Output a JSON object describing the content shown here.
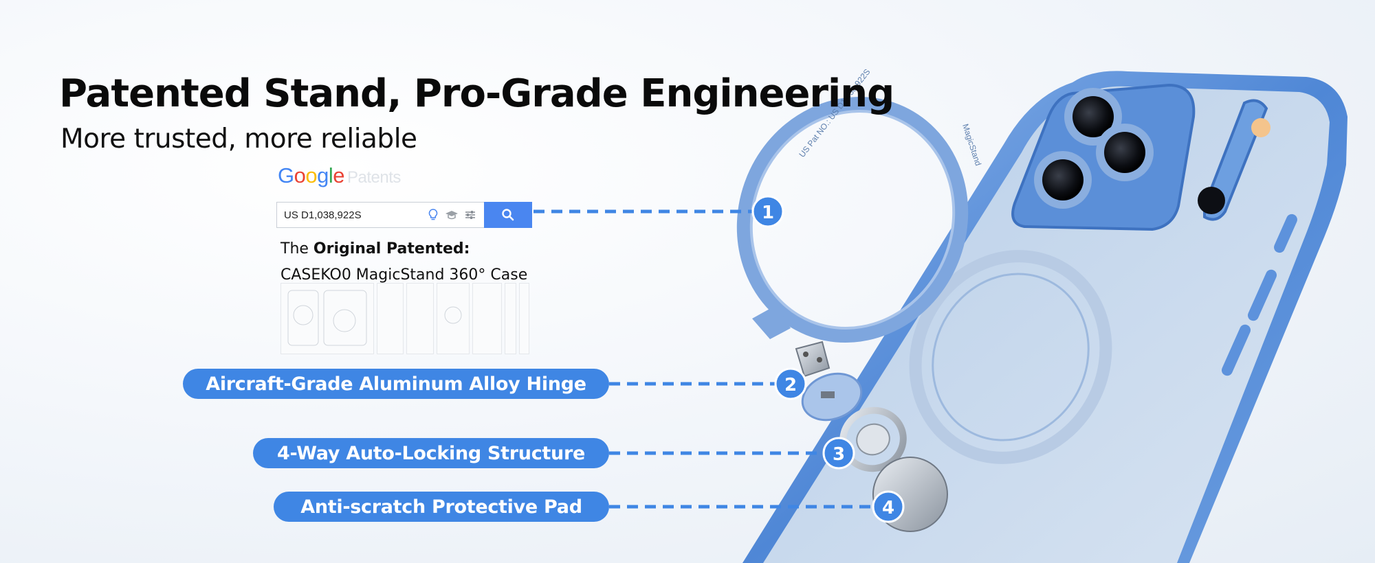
{
  "headline": "Patented Stand, Pro-Grade Engineering",
  "subheadline": "More trusted, more reliable",
  "patent_search": {
    "logo": {
      "G": "G",
      "o1": "o",
      "o2": "o",
      "g": "g",
      "l": "l",
      "e": "e",
      "sub": "Patents"
    },
    "query": "US D1,038,922S",
    "tool_icons": [
      "bulb-icon",
      "graduation-cap-icon",
      "sliders-icon"
    ],
    "button_icon": "search-icon"
  },
  "original": {
    "prefix": "The ",
    "bold": "Original Patented:",
    "product": "CASEKO0 MagicStand 360° Case"
  },
  "ring_engraving": "US Pat NO.: US D1,038,922S",
  "ring_brand": "MagicStand",
  "callouts": [
    {
      "number": "1",
      "label": ""
    },
    {
      "number": "2",
      "label": "Aircraft-Grade Aluminum Alloy Hinge"
    },
    {
      "number": "3",
      "label": "4-Way Auto-Locking Structure"
    },
    {
      "number": "4",
      "label": "Anti-scratch Protective Pad"
    }
  ],
  "colors": {
    "accent": "#3f86e4",
    "case_blue": "#6f9fdc",
    "headline": "#0a0a0a"
  }
}
